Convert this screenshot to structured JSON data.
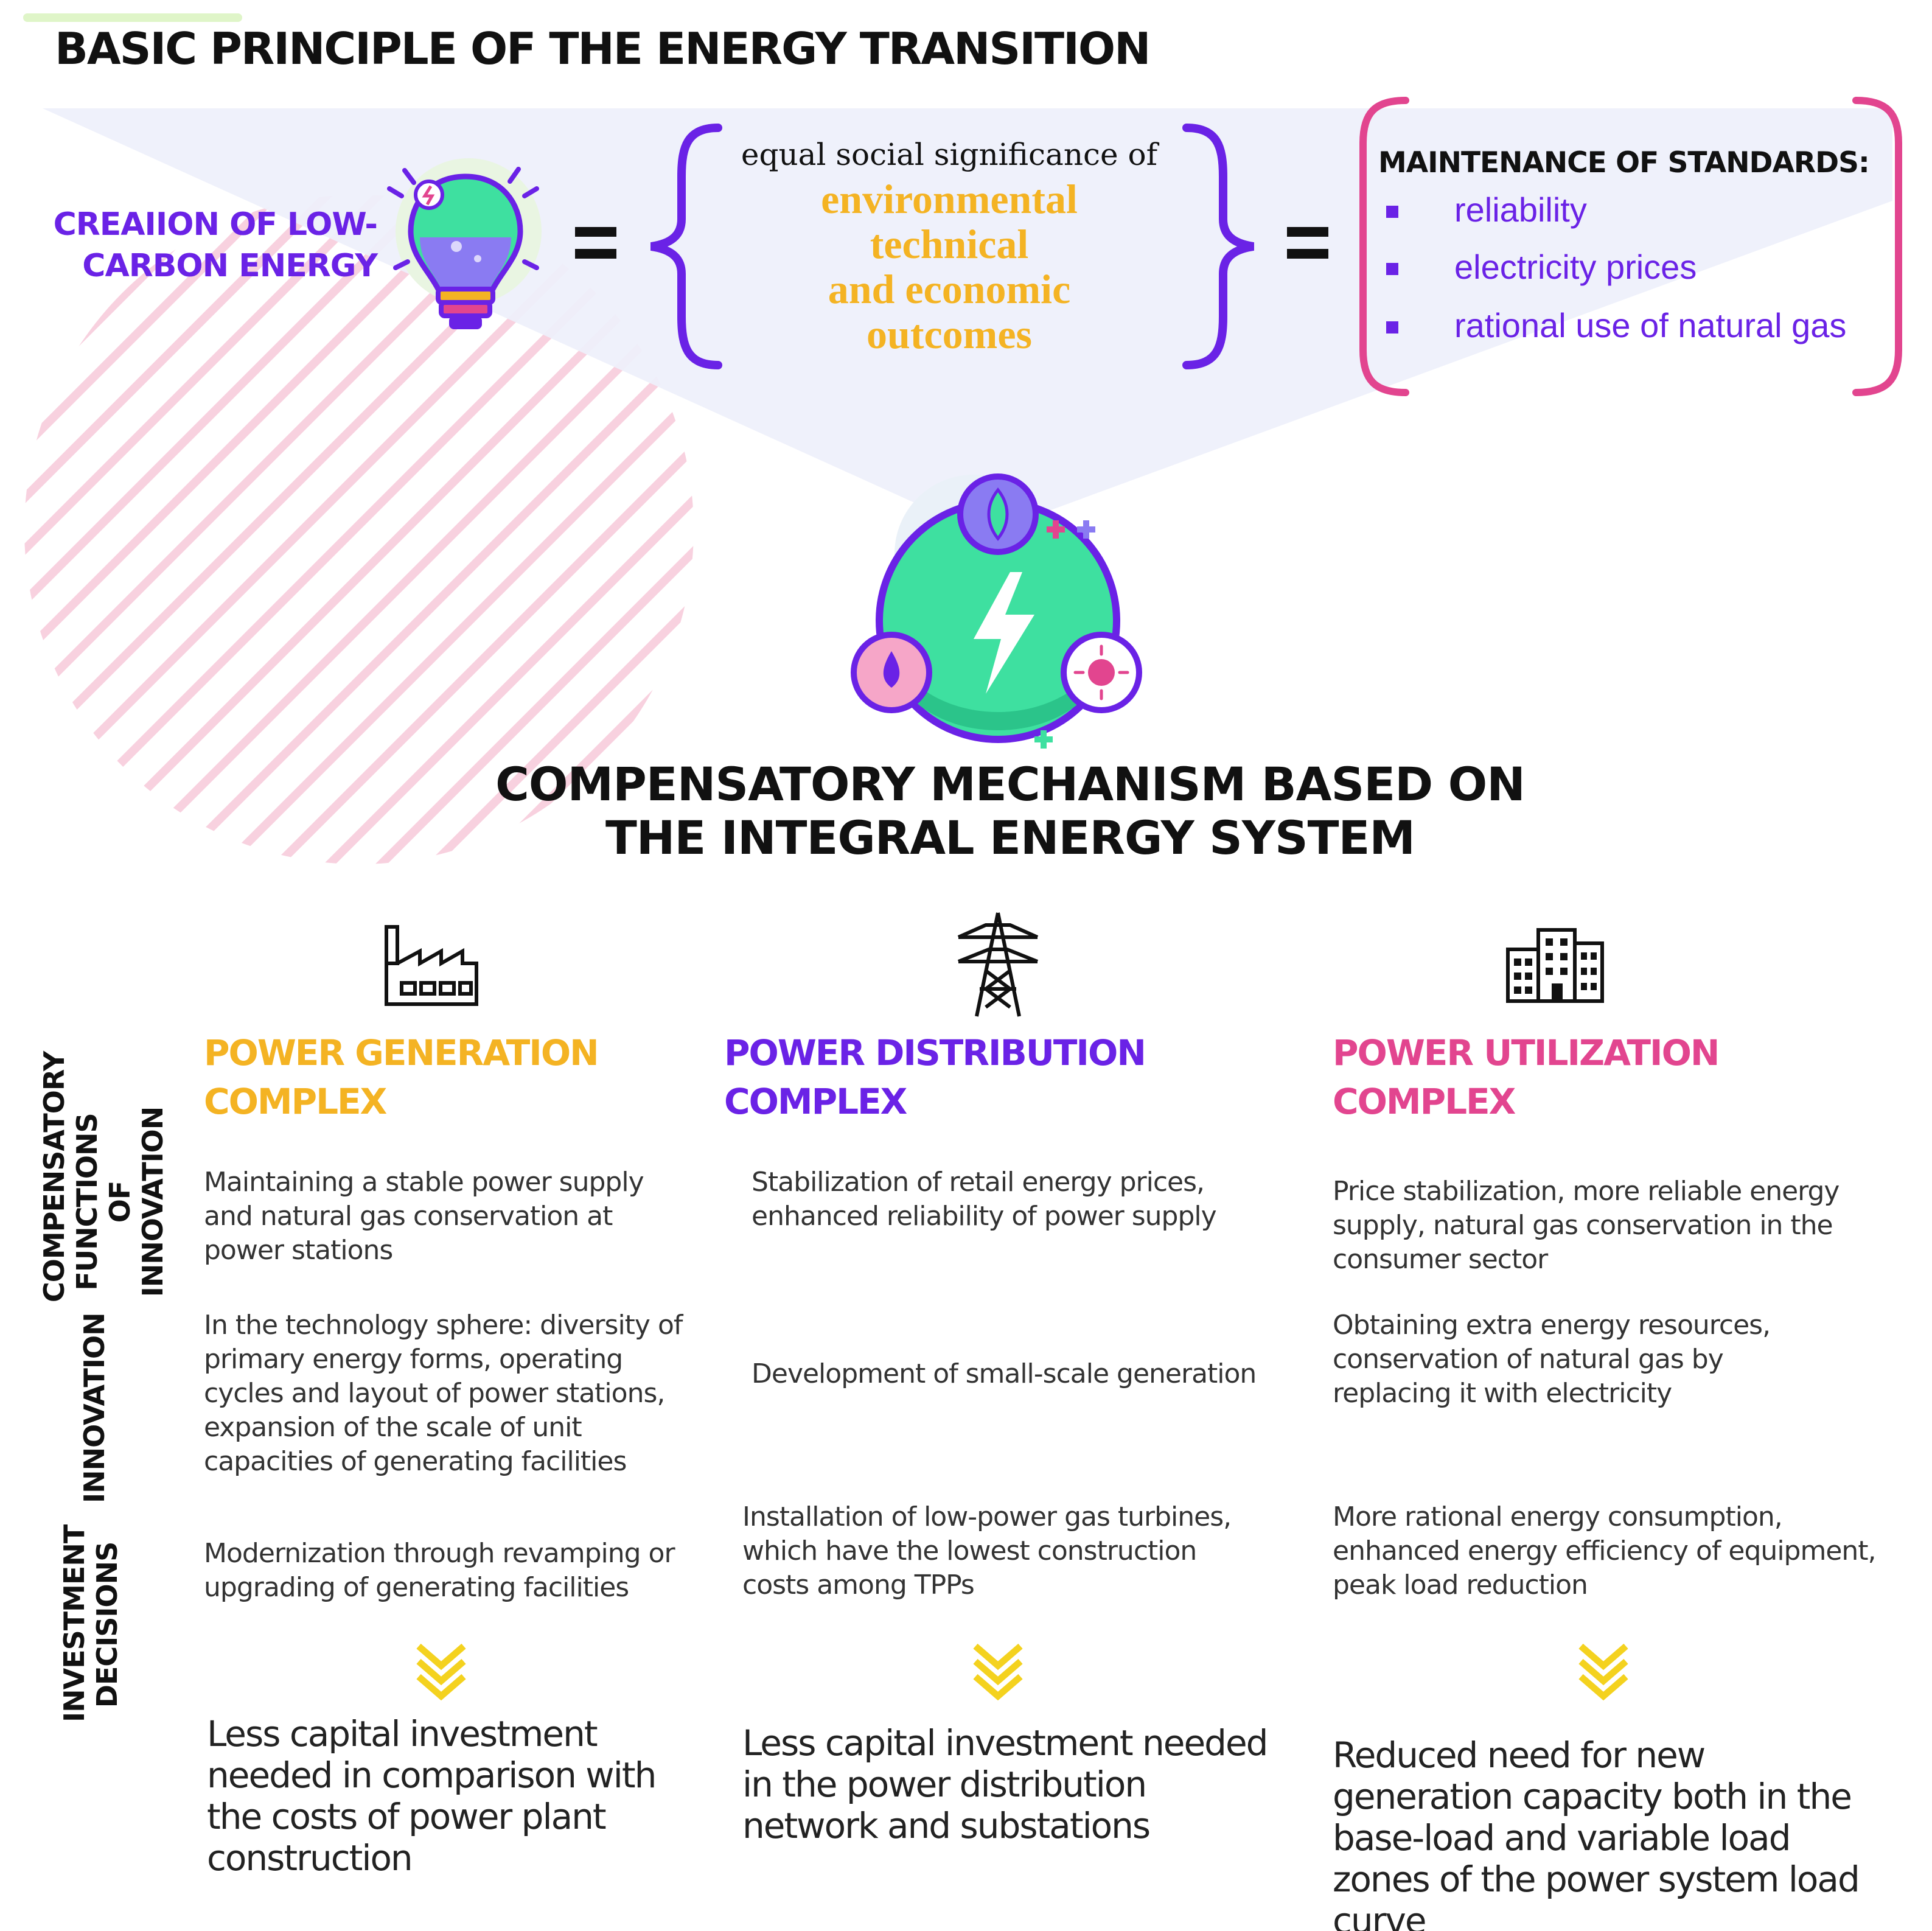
{
  "title": "BASIC PRINCIPLE OF THE ENERGY TRANSITION",
  "low_carbon": {
    "line1": "CREAIION OF LOW-",
    "line2": "CARBON ENERGY"
  },
  "equal_sign": "=",
  "significance": {
    "intro": "equal social significance of",
    "items": [
      "environmental",
      "technical",
      "and economic",
      "outcomes"
    ]
  },
  "standards": {
    "title": "MAINTENANCE OF STANDARDS:",
    "items": [
      "reliability",
      "electricity prices",
      "rational use of natural gas"
    ]
  },
  "mechanism": {
    "line1": "COMPENSATORY MECHANISM BASED ON",
    "line2": "THE INTEGRAL ENERGY SYSTEM"
  },
  "row_labels": {
    "functions": {
      "line1": "COMPENSATORY",
      "line2": "FUNCTIONS OF",
      "line3": "INNOVATION"
    },
    "innovation": "INNOVATION",
    "investment": {
      "line1": "INVESTMENT",
      "line2": "DECISIONS"
    }
  },
  "columns": [
    {
      "head_line1": "POWER GENERATION",
      "head_line2": "COMPLEX",
      "functions": "Maintaining a stable power supply and natural gas conservation at power stations",
      "innovation": "In the technology sphere: diversity of primary energy forms, operating cycles and layout of power stations, expansion of the scale of unit capacities of generating facilities",
      "investment": "Modernization through revamping or upgrading of generating facilities",
      "conclusion": "Less capital investment needed in comparison with the costs of power plant construction"
    },
    {
      "head_line1": "POWER DISTRIBUTION",
      "head_line2": "COMPLEX",
      "functions": "Stabilization of retail energy prices, enhanced reliability of power supply",
      "innovation": "Development of small-scale generation",
      "investment": "Installation of low-power gas turbines, which have the lowest construction costs among TPPs",
      "conclusion": "Less capital investment needed in the power distribution network and substations"
    },
    {
      "head_line1": "POWER UTILIZATION",
      "head_line2": "COMPLEX",
      "functions": "Price stabilization, more reliable energy supply, natural gas conservation in the consumer sector",
      "innovation": "Obtaining extra energy resources, conservation of natural gas by replacing it with electricity",
      "investment": "More rational energy consumption, enhanced energy efficiency of equipment, peak load reduction",
      "conclusion": "Reduced need for new generation capacity both in the base-load and variable load zones of the power system load curve"
    }
  ],
  "colors": {
    "purple": "#6a22e6",
    "gold": "#f4b323",
    "pink": "#e2458f",
    "green": "#3ee0a0",
    "wedge": "#eef0fb"
  },
  "icons": [
    "lightbulb-icon",
    "energy-cycle-icon",
    "factory-icon",
    "power-tower-icon",
    "buildings-icon",
    "chevron-double-down-icon"
  ]
}
